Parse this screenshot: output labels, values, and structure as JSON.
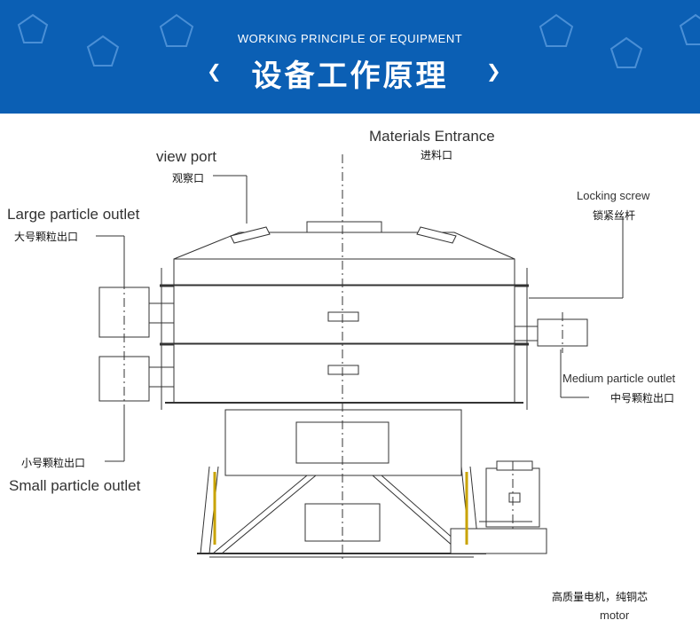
{
  "header": {
    "subtitle": "WORKING PRINCIPLE OF EQUIPMENT",
    "title": "设备工作原理",
    "bg_color": "#0b5fb4"
  },
  "labels": {
    "materials_entrance_en": "Materials Entrance",
    "materials_entrance_zh": "进料口",
    "view_port_en": "view port",
    "view_port_zh": "观察口",
    "large_outlet_en": "Large particle outlet",
    "large_outlet_zh": "大号颗粒出口",
    "locking_screw_en": "Locking screw",
    "locking_screw_zh": "锁紧丝杆",
    "medium_outlet_en": "Medium particle outlet",
    "medium_outlet_zh": "中号颗粒出口",
    "small_outlet_zh": "小号颗粒出口",
    "small_outlet_en": "Small particle outlet",
    "motor_zh": "高质量电机，纯铜芯",
    "motor_en": "motor"
  }
}
